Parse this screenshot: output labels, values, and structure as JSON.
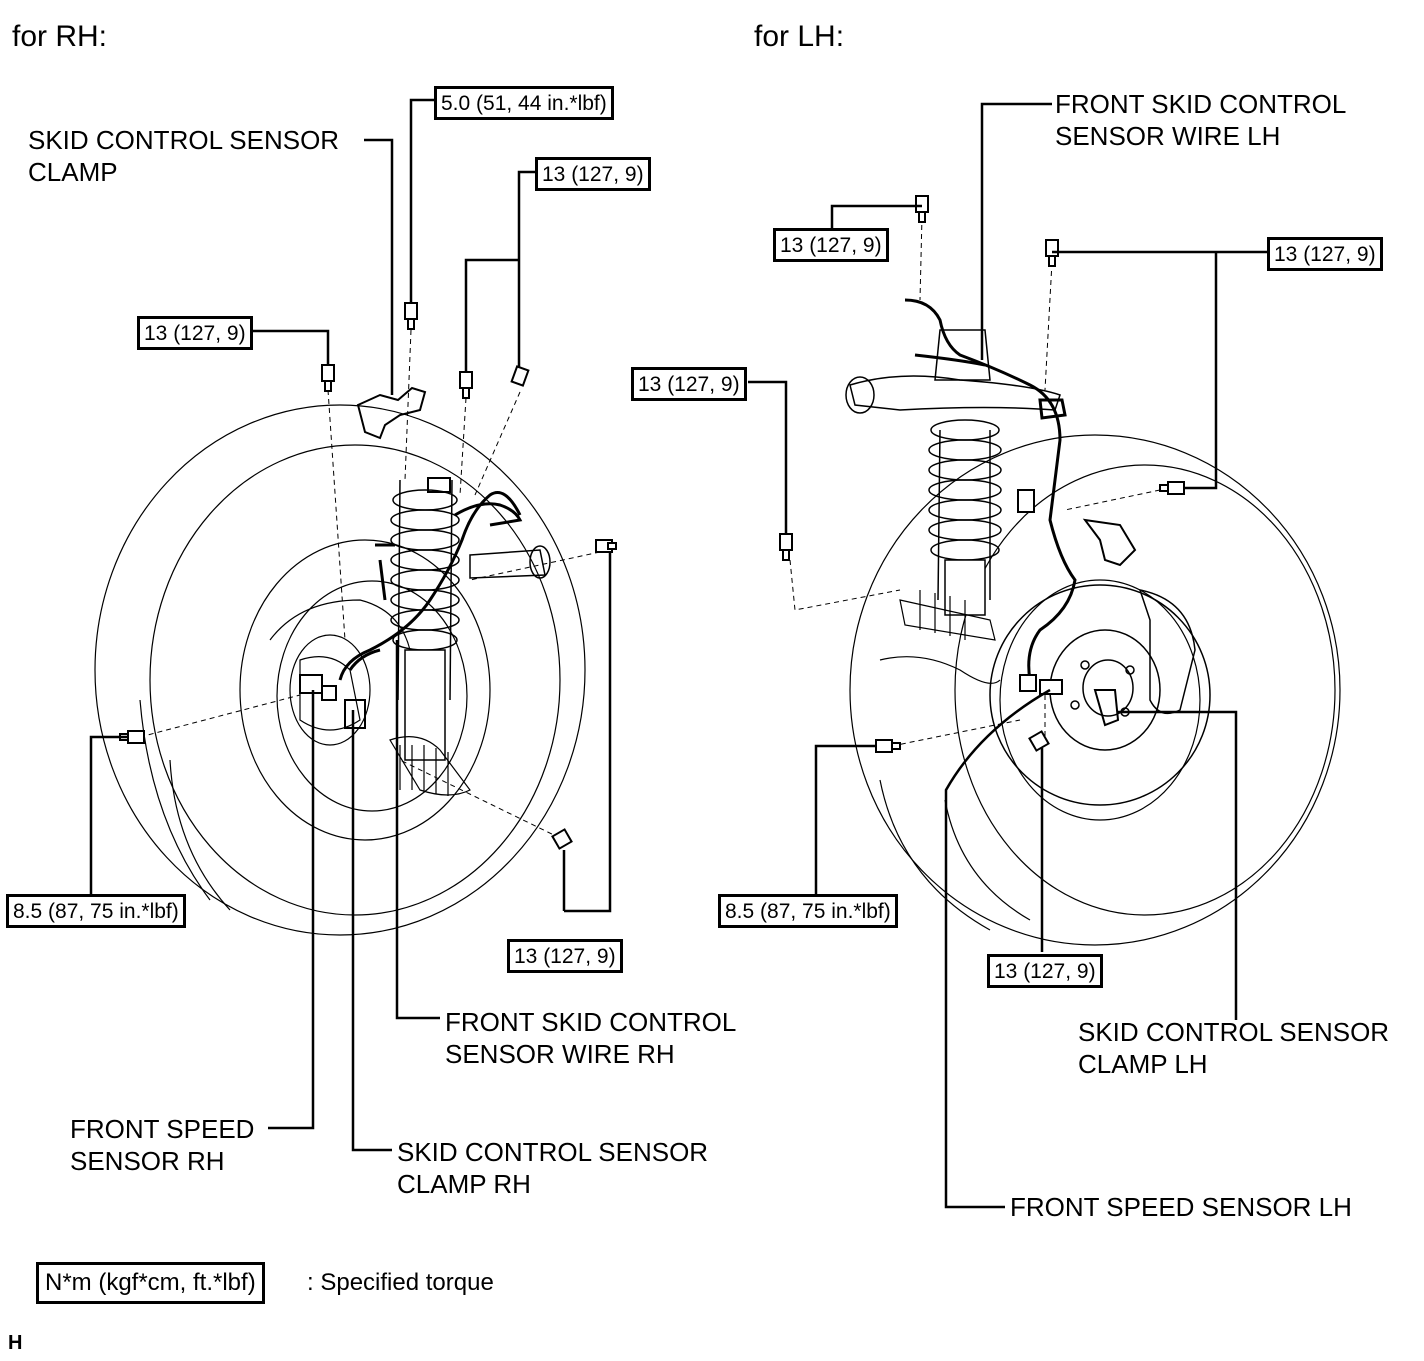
{
  "headings": {
    "rh": "for RH:",
    "lh": "for LH:"
  },
  "rh": {
    "torque_clamp_bolt": "5.0 (51, 44 in.*lbf)",
    "torque_upper_bolts": "13 (127, 9)",
    "torque_left_bolt": "13 (127, 9)",
    "torque_sensor_bolt": "8.5 (87, 75 in.*lbf)",
    "torque_lower_bolts": "13 (127, 9)",
    "label_clamp_top": "SKID CONTROL SENSOR\nCLAMP",
    "label_wire": "FRONT SKID CONTROL\nSENSOR WIRE RH",
    "label_speed_sensor": "FRONT SPEED\nSENSOR RH",
    "label_clamp": "SKID CONTROL SENSOR\nCLAMP RH"
  },
  "lh": {
    "torque_top_bolt": "13 (127, 9)",
    "torque_right_bolts": "13 (127, 9)",
    "torque_left_bolt": "13 (127, 9)",
    "torque_sensor_bolt": "8.5 (87, 75 in.*lbf)",
    "torque_lower_bolt": "13 (127, 9)",
    "label_wire": "FRONT SKID CONTROL\nSENSOR WIRE LH",
    "label_clamp": "SKID CONTROL SENSOR\nCLAMP LH",
    "label_speed_sensor": "FRONT SPEED SENSOR LH"
  },
  "legend": {
    "unit": "N*m (kgf*cm, ft.*lbf)",
    "meaning": ": Specified torque"
  },
  "figure_code": "H"
}
